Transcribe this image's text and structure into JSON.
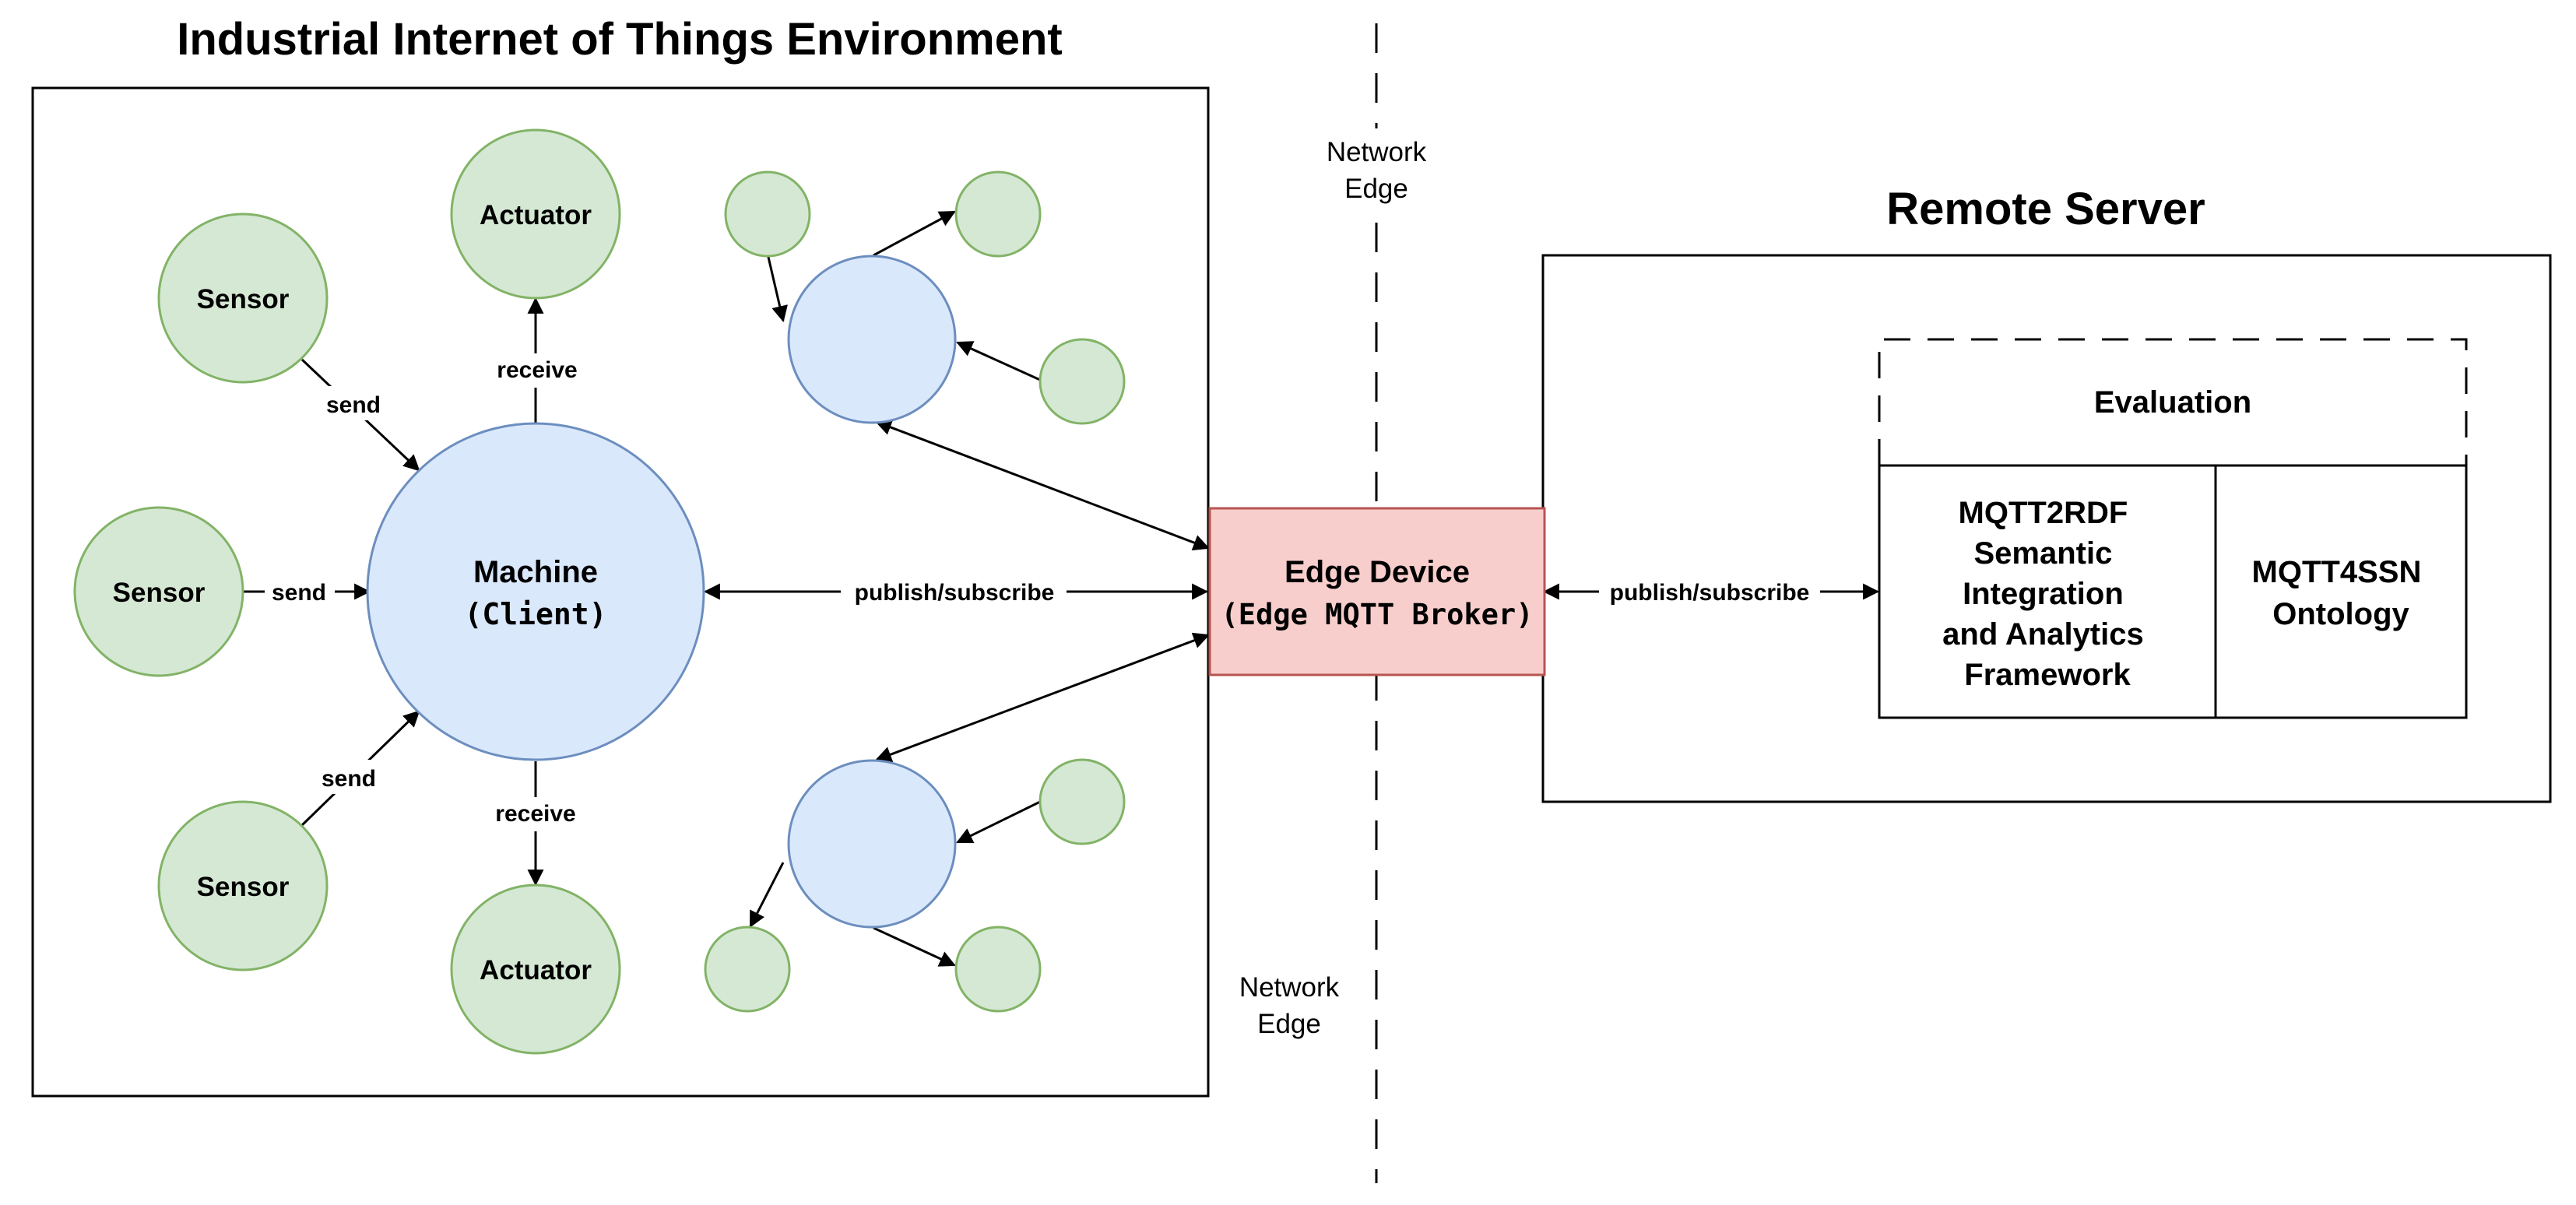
{
  "titles": {
    "iiot": "Industrial Internet of Things Environment",
    "remote": "Remote Server"
  },
  "network_edge": {
    "top_line1": "Network",
    "top_line2": "Edge",
    "bottom_line1": "Network",
    "bottom_line2": "Edge"
  },
  "nodes": {
    "sensor_top": "Sensor",
    "sensor_mid": "Sensor",
    "sensor_bot": "Sensor",
    "actuator_top": "Actuator",
    "actuator_bot": "Actuator",
    "machine_line1": "Machine",
    "machine_line2": "(Client)",
    "edge_line1": "Edge Device",
    "edge_line2": "(Edge MQTT Broker)"
  },
  "edges": {
    "send_top": "send",
    "send_mid": "send",
    "send_bot": "send",
    "receive_top": "receive",
    "receive_bot": "receive",
    "pubsub_left": "publish/subscribe",
    "pubsub_right": "publish/subscribe"
  },
  "remote": {
    "evaluation": "Evaluation",
    "framework_lines": [
      "MQTT2RDF",
      "Semantic",
      "Integration",
      "and Analytics",
      "Framework"
    ],
    "ontology_lines": [
      "MQTT4SSN",
      "Ontology"
    ]
  },
  "colors": {
    "green_fill": "#d5e8d4",
    "green_stroke": "#82b366",
    "blue_fill": "#dae8fc",
    "blue_stroke": "#6c8ebf",
    "red_fill": "#f8cecc",
    "red_stroke": "#b85450"
  }
}
